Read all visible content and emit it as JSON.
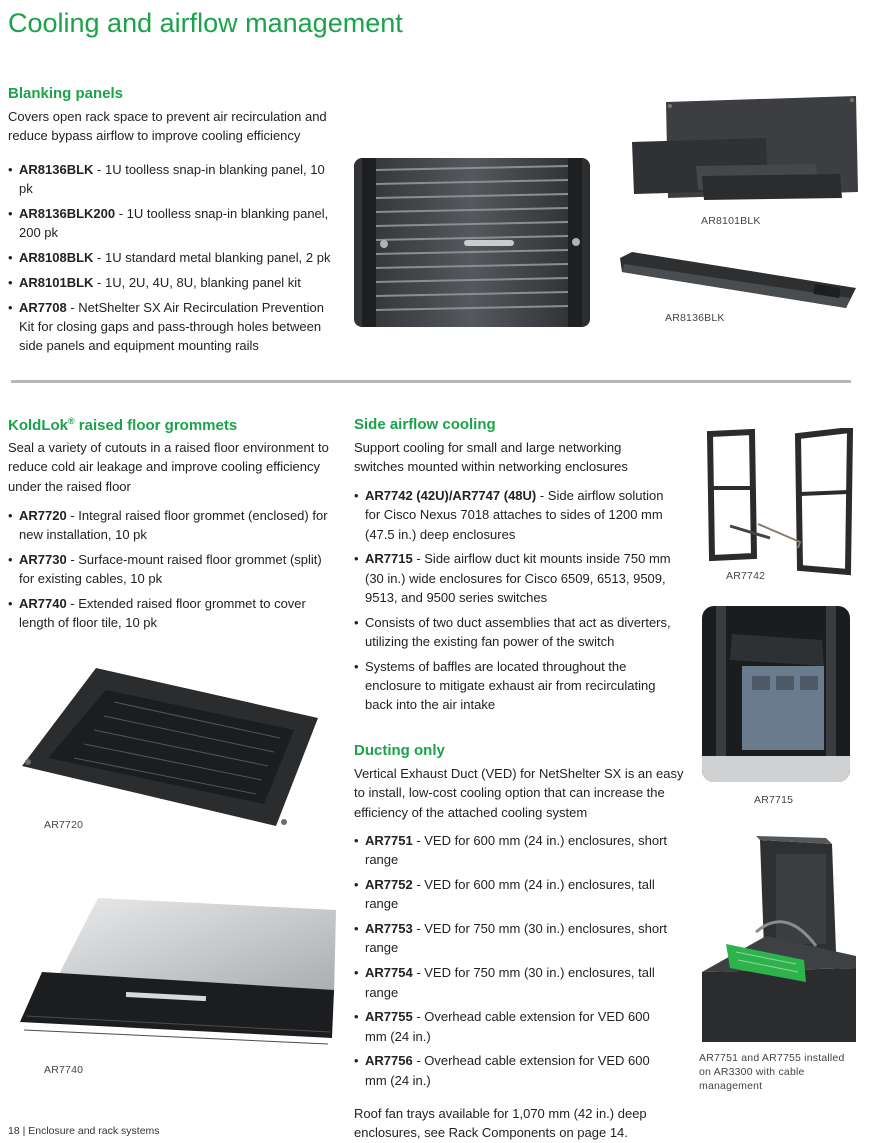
{
  "page": {
    "title": "Cooling and airflow management",
    "footer": "18 | Enclosure and rack systems"
  },
  "blanking": {
    "heading": "Blanking panels",
    "intro": "Covers open rack space to prevent air recirculation and reduce bypass airflow to improve cooling efficiency",
    "items": [
      {
        "code": "AR8136BLK",
        "desc": " - 1U toolless snap-in blanking panel, 10 pk"
      },
      {
        "code": "AR8136BLK200",
        "desc": " - 1U toolless snap-in blanking panel, 200 pk"
      },
      {
        "code": "AR8108BLK",
        "desc": " - 1U standard metal blanking panel, 2 pk"
      },
      {
        "code": "AR8101BLK",
        "desc": " - 1U, 2U, 4U, 8U, blanking panel kit"
      },
      {
        "code": "AR7708",
        "desc": " - NetShelter SX Air Recirculation Prevention Kit for closing gaps and pass-through holes between side panels and equipment mounting rails"
      }
    ],
    "captions": {
      "kit": "AR8101BLK",
      "snap": "AR8136BLK"
    }
  },
  "koldlok": {
    "heading": "KoldLok",
    "heading_reg": "®",
    "heading_rest": " raised floor grommets",
    "intro": "Seal a variety of cutouts in a raised floor environment to reduce cold air leakage and improve cooling efficiency under the raised floor",
    "items": [
      {
        "code": "AR7720",
        "desc": " - Integral raised floor grommet (enclosed) for new installation, 10 pk"
      },
      {
        "code": "AR7730",
        "desc": " - Surface-mount raised floor grommet (split) for existing cables, 10 pk"
      },
      {
        "code": "AR7740",
        "desc": " - Extended raised floor grommet to cover length of floor tile, 10 pk"
      }
    ],
    "captions": {
      "integral": "AR7720",
      "extended": "AR7740"
    }
  },
  "side": {
    "heading": "Side airflow cooling",
    "intro": "Support cooling for small and large networking switches mounted within networking enclosures",
    "items": [
      {
        "code": "AR7742 (42U)/AR7747 (48U)",
        "desc": " - Side airflow solution for Cisco Nexus 7018 attaches to sides of 1200 mm (47.5 in.) deep enclosures"
      },
      {
        "code": "AR7715",
        "desc": " - Side airflow duct kit mounts inside 750 mm (30 in.) wide enclosures for Cisco 6509, 6513, 9509, 9513, and 9500 series switches"
      },
      {
        "code": "",
        "desc": "Consists of two duct assemblies that act as diverters, utilizing the existing fan power of the switch"
      },
      {
        "code": "",
        "desc": "Systems of baffles are located throughout the enclosure to mitigate exhaust air from recirculating back into the air intake"
      }
    ],
    "captions": {
      "frames": "AR7742",
      "duct": "AR7715"
    }
  },
  "ducting": {
    "heading": "Ducting only",
    "intro": "Vertical Exhaust Duct (VED) for NetShelter SX is an easy to install, low-cost cooling option that can increase the efficiency of the attached cooling system",
    "items": [
      {
        "code": "AR7751",
        "desc": " - VED for 600 mm (24 in.) enclosures, short range"
      },
      {
        "code": "AR7752",
        "desc": " - VED for 600 mm (24 in.) enclosures, tall range"
      },
      {
        "code": "AR7753",
        "desc": " - VED for 750 mm (30 in.) enclosures, short range"
      },
      {
        "code": "AR7754",
        "desc": " - VED for 750 mm (30 in.) enclosures, tall range"
      },
      {
        "code": "AR7755",
        "desc": " - Overhead cable extension for VED 600 mm (24 in.)"
      },
      {
        "code": "AR7756",
        "desc": " - Overhead cable extension for VED 600 mm (24 in.)"
      }
    ],
    "note": "Roof fan trays available for 1,070 mm (42 in.) deep enclosures, see Rack Components on page 14.",
    "caption": "AR7751 and AR7755 installed on AR3300 with cable management"
  },
  "colors": {
    "accent": "#1aa34a",
    "divider": "#b6b6b6"
  }
}
